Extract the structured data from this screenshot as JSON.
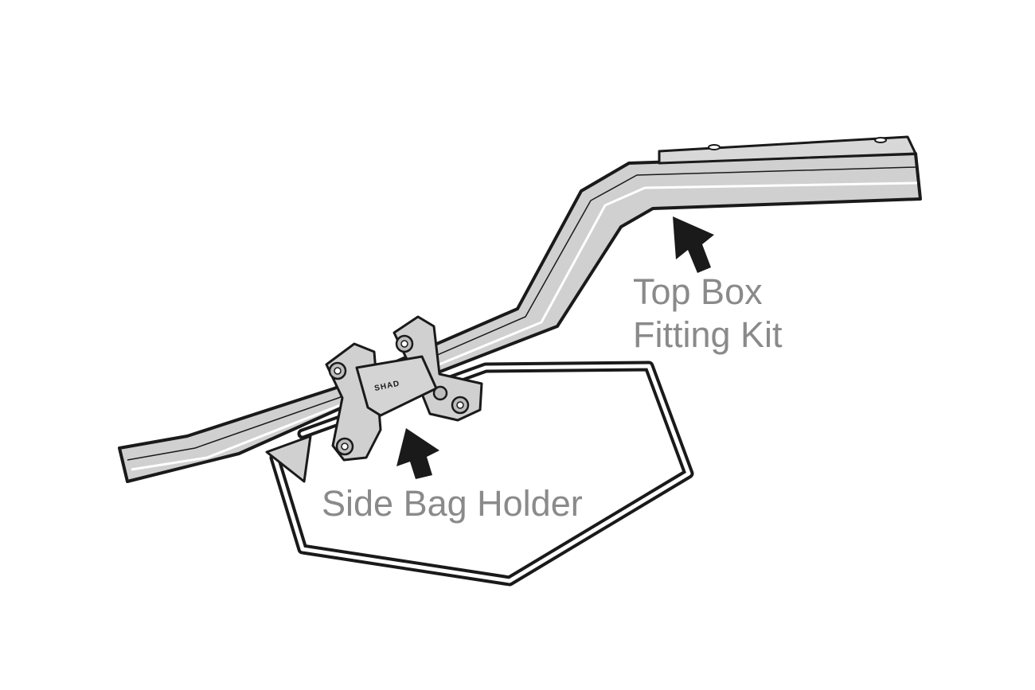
{
  "labels": {
    "top_box": {
      "line1": "Top Box",
      "line2": "Fitting Kit"
    },
    "side_bag": "Side Bag Holder",
    "brand": "SHAD"
  },
  "colors": {
    "outline": "#1a1a1a",
    "part_fill": "#d0d0d0",
    "label": "#8a8a8a",
    "arrow": "#1a1a1a"
  }
}
